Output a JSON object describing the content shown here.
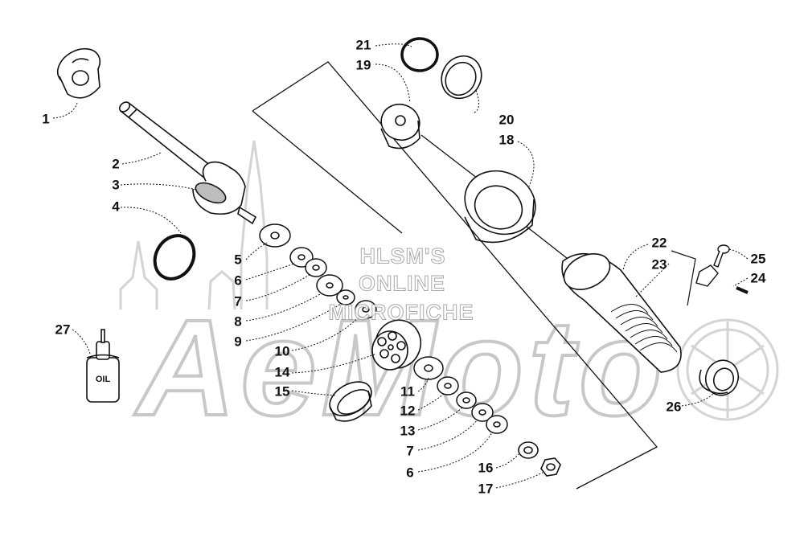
{
  "diagram": {
    "callouts": [
      {
        "id": "1",
        "label": "1"
      },
      {
        "id": "2",
        "label": "2"
      },
      {
        "id": "3",
        "label": "3"
      },
      {
        "id": "4",
        "label": "4"
      },
      {
        "id": "5",
        "label": "5"
      },
      {
        "id": "6a",
        "label": "6"
      },
      {
        "id": "7a",
        "label": "7"
      },
      {
        "id": "8",
        "label": "8"
      },
      {
        "id": "9",
        "label": "9"
      },
      {
        "id": "10",
        "label": "10"
      },
      {
        "id": "11",
        "label": "11"
      },
      {
        "id": "12",
        "label": "12"
      },
      {
        "id": "13",
        "label": "13"
      },
      {
        "id": "7b",
        "label": "7"
      },
      {
        "id": "6b",
        "label": "6"
      },
      {
        "id": "14",
        "label": "14"
      },
      {
        "id": "15",
        "label": "15"
      },
      {
        "id": "16",
        "label": "16"
      },
      {
        "id": "17",
        "label": "17"
      },
      {
        "id": "18",
        "label": "18"
      },
      {
        "id": "19",
        "label": "19"
      },
      {
        "id": "20",
        "label": "20"
      },
      {
        "id": "21",
        "label": "21"
      },
      {
        "id": "22",
        "label": "22"
      },
      {
        "id": "23",
        "label": "23"
      },
      {
        "id": "24",
        "label": "24"
      },
      {
        "id": "25",
        "label": "25"
      },
      {
        "id": "26",
        "label": "26"
      },
      {
        "id": "27",
        "label": "27"
      }
    ],
    "oil_label": "OIL"
  },
  "watermark": {
    "line1": "HLSM'S",
    "line2": "ONLINE",
    "line3": "MICROFICHE",
    "brand": "AeMoto"
  }
}
